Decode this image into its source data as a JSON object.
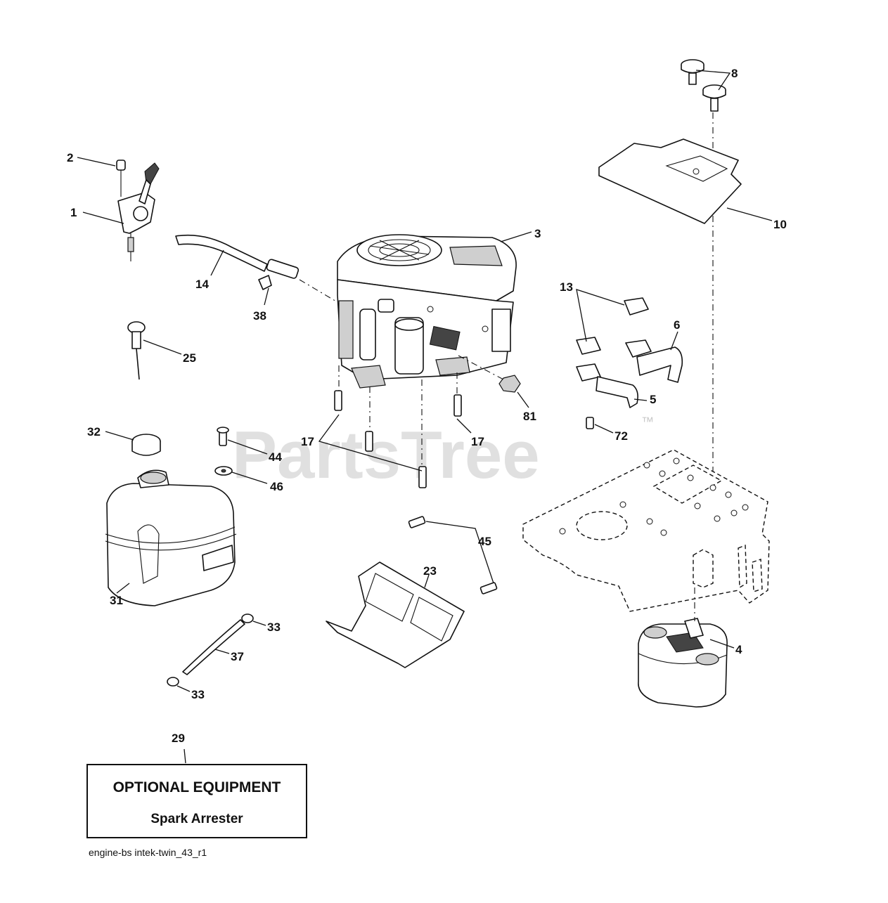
{
  "diagram": {
    "watermark": "PartsTree",
    "trademark": "™",
    "optional_box": {
      "title": "OPTIONAL EQUIPMENT",
      "subtitle": "Spark Arrester"
    },
    "caption": "engine-bs intek-twin_43_r1",
    "callouts": {
      "c1": "1",
      "c2": "2",
      "c3": "3",
      "c4": "4",
      "c5": "5",
      "c6": "6",
      "c8": "8",
      "c10": "10",
      "c13": "13",
      "c14": "14",
      "c17a": "17",
      "c17b": "17",
      "c23": "23",
      "c25": "25",
      "c29": "29",
      "c31": "31",
      "c32": "32",
      "c33a": "33",
      "c33b": "33",
      "c37": "37",
      "c38": "38",
      "c44": "44",
      "c45": "45",
      "c46": "46",
      "c72": "72",
      "c81": "81"
    }
  }
}
